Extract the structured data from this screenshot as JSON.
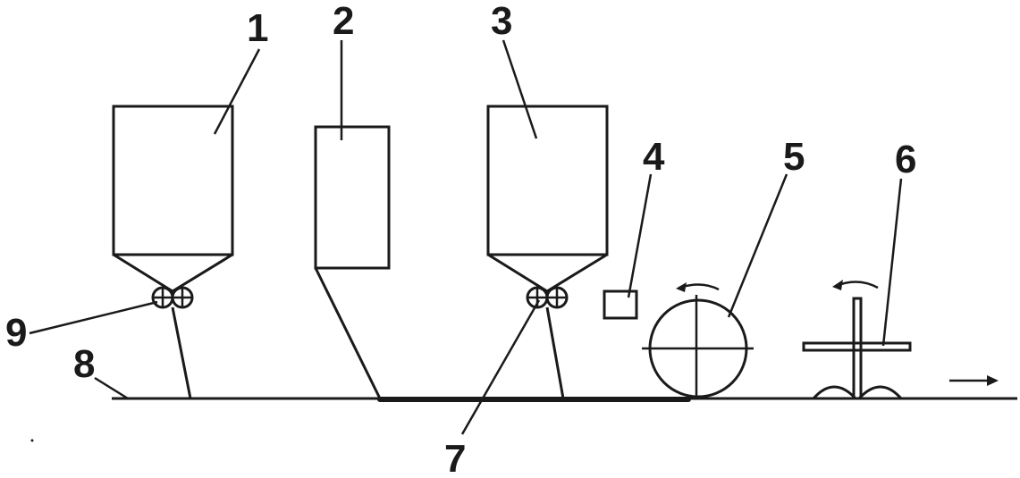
{
  "labels": {
    "hopper_1": "1",
    "unit_2": "2",
    "hopper_3": "3",
    "box_4": "4",
    "roller_5": "5",
    "rotor_6": "6",
    "item_7": "7",
    "base_8": "8",
    "dosing_rollers_9": "9"
  },
  "icons": {
    "rotation_arrow_5": "curved-arrow-icon",
    "rotation_arrow_6": "curved-arrow-icon",
    "direction_arrow": "right-arrow-icon"
  },
  "colors": {
    "line": "#1a1a1a",
    "background": "#ffffff"
  }
}
